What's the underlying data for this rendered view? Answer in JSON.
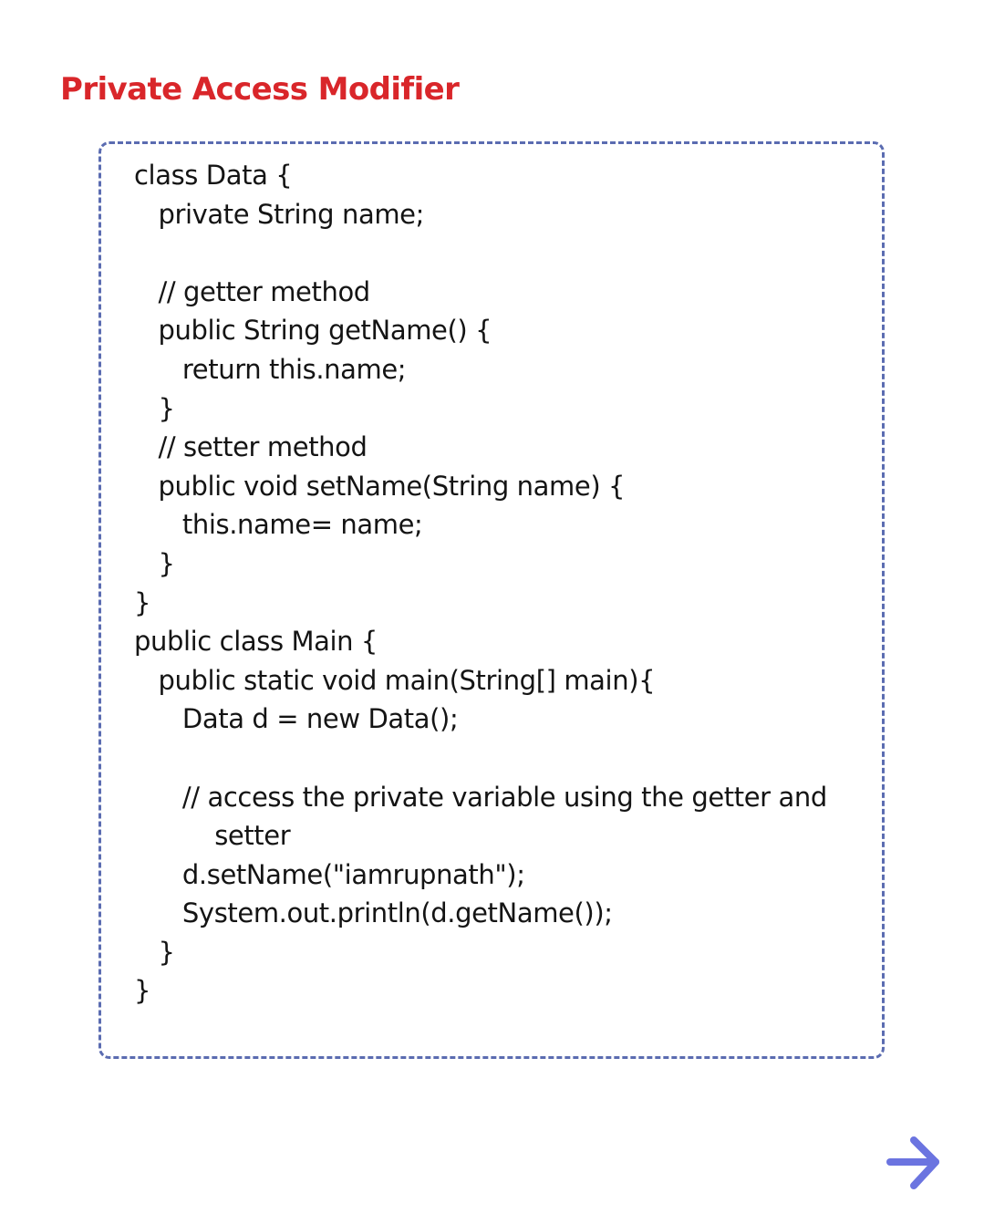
{
  "title": "Private Access Modifier",
  "colors": {
    "title": "#d9262a",
    "border": "#5b6cb1",
    "arrow": "#6b74e0",
    "code_text": "#141414"
  },
  "code": [
    {
      "indent": "",
      "text": "class Data {"
    },
    {
      "indent": "   ",
      "text": "private String name;"
    },
    {
      "indent": "",
      "text": ""
    },
    {
      "indent": "   ",
      "text": "// getter method"
    },
    {
      "indent": "   ",
      "text": "public String getName() {"
    },
    {
      "indent": "      ",
      "text": "return this.name;"
    },
    {
      "indent": "   ",
      "text": "}"
    },
    {
      "indent": "   ",
      "text": "// setter method"
    },
    {
      "indent": "   ",
      "text": "public void setName(String name) {"
    },
    {
      "indent": "      ",
      "text": "this.name= name;"
    },
    {
      "indent": "   ",
      "text": "}"
    },
    {
      "indent": "",
      "text": "}"
    },
    {
      "indent": "",
      "text": "public class Main {"
    },
    {
      "indent": "   ",
      "text": "public static void main(String[] main){"
    },
    {
      "indent": "      ",
      "text": "Data d = new Data();"
    },
    {
      "indent": "",
      "text": ""
    },
    {
      "indent": "      ",
      "text": "// access the private variable using the getter and"
    },
    {
      "indent": "          ",
      "text": "setter"
    },
    {
      "indent": "      ",
      "text": "d.setName(\"iamrupnath\");"
    },
    {
      "indent": "      ",
      "text": "System.out.println(d.getName());"
    },
    {
      "indent": "   ",
      "text": "}"
    },
    {
      "indent": "",
      "text": "}"
    }
  ],
  "next_icon": "arrow-right-icon"
}
